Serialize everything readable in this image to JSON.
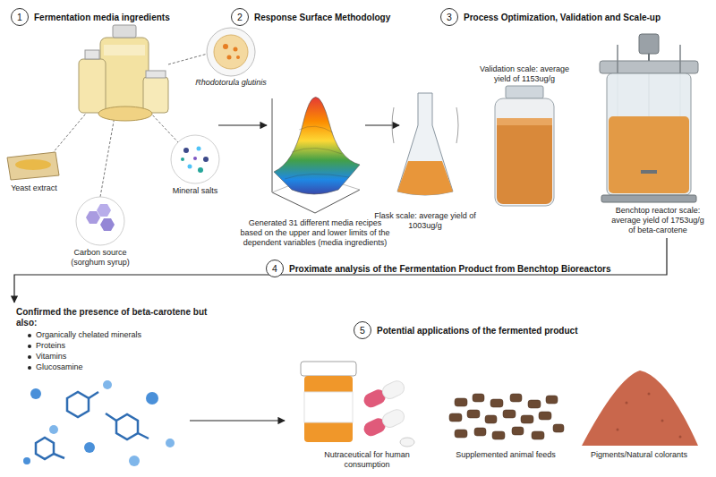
{
  "diagram": {
    "nodes": [
      {
        "text": [
          "1",
          "Fermentation media ingredients"
        ]
      },
      {
        "text": [
          "2",
          "Response Surface Methodology"
        ]
      },
      {
        "text": [
          "3",
          "Process Optimization, Validation and Scale-up"
        ]
      },
      {
        "text": [
          "4",
          "Proximate analysis of the Fermentation Product from Benchtop Bioreactors"
        ]
      },
      {
        "text": [
          "5",
          "Potential applications of the fermented product"
        ]
      }
    ],
    "labels": [
      "Rhodotorula glutinis",
      "Yeast extract",
      "Mineral salts",
      "Carbon source (sorghum syrup)",
      "Validation scale: average yield of 1153ug/g",
      "Flask scale: average yield of 1003ug/g",
      "Generated 31 different media recipes based on the upper and lower limits of the dependent variables (media ingredients)",
      "Benchtop reactor scale: average yield of 1753ug/g of beta-carotene",
      "Confirmed the presence of beta-carotene but also:",
      "Organically chelated minerals",
      "Proteins",
      "Vitamins",
      "Glucosamine",
      "Nutraceutical for human consumption",
      "Supplemented animal feeds",
      "Pigments/Natural colorants"
    ]
  }
}
